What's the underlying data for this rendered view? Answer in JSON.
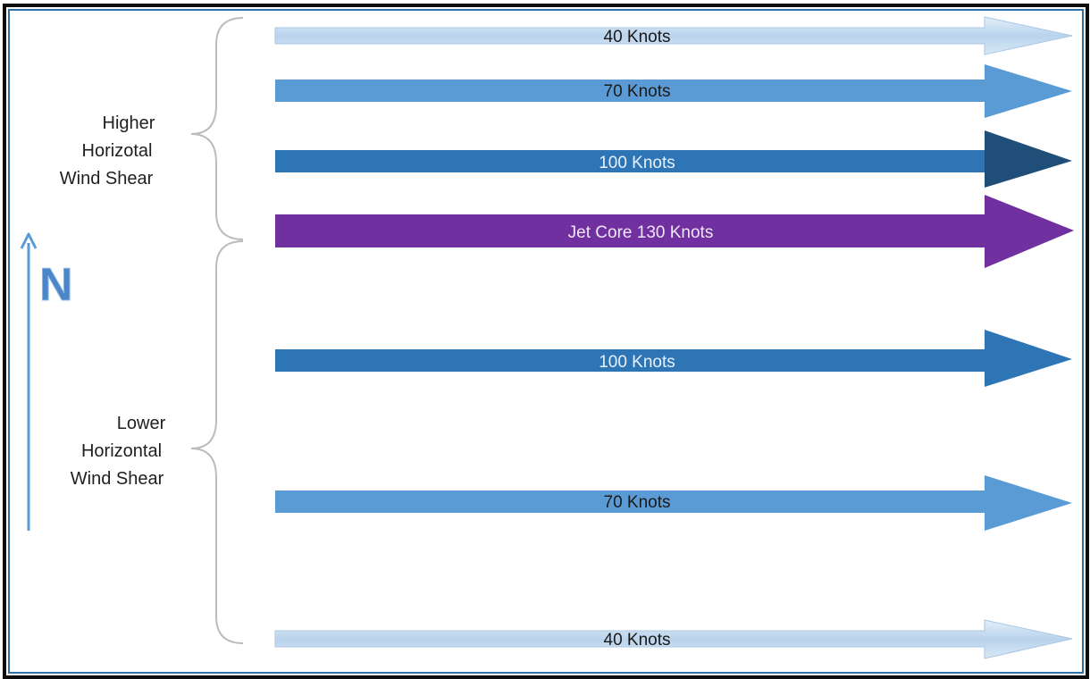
{
  "colors": {
    "frame_outer": "#0d0d0d",
    "frame_inner": "#2e6fa8",
    "brace": "#bcbcbc",
    "north_arrow": "#5b9bd5",
    "north_letter": "#4a86c8"
  },
  "north": {
    "letter": "N"
  },
  "groups": [
    {
      "lines": [
        "Higher",
        "Horizotal",
        "Wind Shear"
      ]
    },
    {
      "lines": [
        "Lower",
        "Horizontal",
        "Wind Shear"
      ]
    }
  ],
  "arrows": [
    {
      "label": "40 Knots",
      "knots": 40,
      "color": "#c5dcf0",
      "head_color": "#c5dcf0",
      "text_color": "#1a1a1a",
      "style": "light"
    },
    {
      "label": "70 Knots",
      "knots": 70,
      "color": "#5b9bd5",
      "head_color": "#5b9bd5",
      "text_color": "#1a1a1a",
      "style": "medium"
    },
    {
      "label": "100 Knots",
      "knots": 100,
      "color": "#2e75b6",
      "head_color": "#1f4e79",
      "text_color": "#e8f1fa",
      "style": "strong"
    },
    {
      "label": "Jet Core 130 Knots",
      "knots": 130,
      "color": "#7030a0",
      "head_color": "#7030a0",
      "text_color": "#efe6f7",
      "style": "core"
    },
    {
      "label": "100 Knots",
      "knots": 100,
      "color": "#2e75b6",
      "head_color": "#2e75b6",
      "text_color": "#e8f1fa",
      "style": "strong"
    },
    {
      "label": "70 Knots",
      "knots": 70,
      "color": "#5b9bd5",
      "head_color": "#5b9bd5",
      "text_color": "#1a1a1a",
      "style": "medium"
    },
    {
      "label": "40 Knots",
      "knots": 40,
      "color": "#c5dcf0",
      "head_color": "#c5dcf0",
      "text_color": "#1a1a1a",
      "style": "light"
    }
  ]
}
